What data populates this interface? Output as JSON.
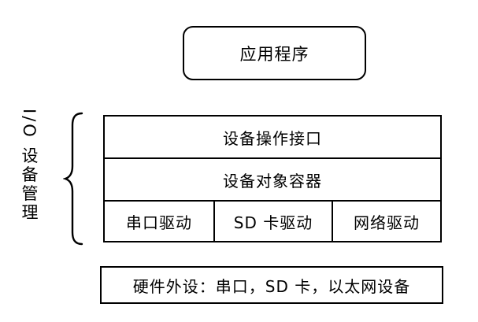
{
  "application_box": {
    "label": "应用程序"
  },
  "io_management": {
    "side_label": "I/O 设备管理",
    "layers": [
      {
        "label": "设备操作接口"
      },
      {
        "label": "设备对象容器"
      }
    ],
    "drivers": [
      {
        "label": "串口驱动"
      },
      {
        "label": "SD 卡驱动"
      },
      {
        "label": "网络驱动"
      }
    ]
  },
  "hardware_box": {
    "label": "硬件外设：串口，SD 卡，以太网设备"
  },
  "colors": {
    "border": "#000000",
    "background": "#ffffff",
    "text": "#000000"
  }
}
